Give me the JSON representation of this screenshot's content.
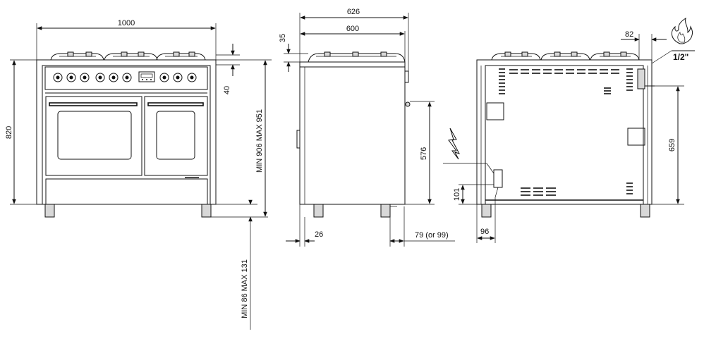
{
  "colors": {
    "line": "#111111",
    "background": "#ffffff",
    "fill": "#d8d8d8"
  },
  "icons": {
    "flame": "flame-icon",
    "electric": "lightning-icon"
  },
  "front_view": {
    "width_label": "1000",
    "height_label": "820",
    "top_offset_label": "40",
    "total_height_label": "MIN  906  MAX 951",
    "feet_label": "MIN  86  MAX 131"
  },
  "side_view": {
    "depth_total_label": "626",
    "depth_label": "600",
    "hob_height_label": "35",
    "gas_height_label": "576",
    "foot_inset_label": "26",
    "rear_offset_label": "79  (or 99)"
  },
  "rear_view": {
    "gas_offset_label": "82",
    "gas_size_label": "1/2\"",
    "gas_height_label": "659",
    "electric_height_label": "101",
    "electric_offset_label": "96"
  }
}
